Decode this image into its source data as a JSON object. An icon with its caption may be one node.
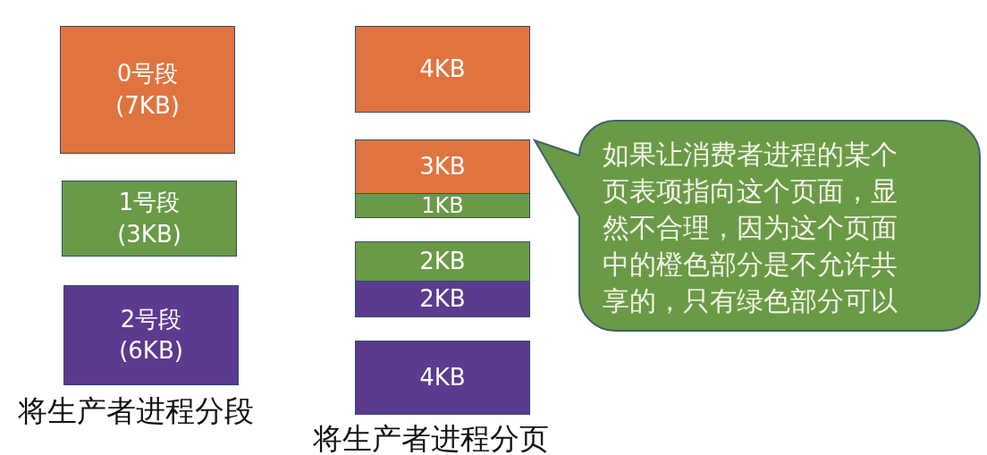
{
  "diagram": {
    "nodes": [
      {
        "text": [
          "0号段",
          "(7KB)"
        ]
      },
      {
        "text": [
          "1号段",
          "(3KB)"
        ]
      },
      {
        "text": [
          "2号段",
          "(6KB)"
        ]
      },
      {
        "text": [
          "4KB"
        ]
      },
      {
        "text": [
          "3KB"
        ]
      },
      {
        "text": [
          "1KB"
        ]
      },
      {
        "text": [
          "2KB"
        ]
      },
      {
        "text": [
          "2KB"
        ]
      },
      {
        "text": [
          "4KB"
        ]
      },
      {
        "text": [
          "如果让消费者进程的某个页表项指向这个页面，显然不合理，因为这个页面中的橙色部分是不允许共享的，只有绿色部分可以"
        ]
      }
    ],
    "labels": [
      "将生产者进程分段",
      "将生产者进程分页"
    ]
  }
}
